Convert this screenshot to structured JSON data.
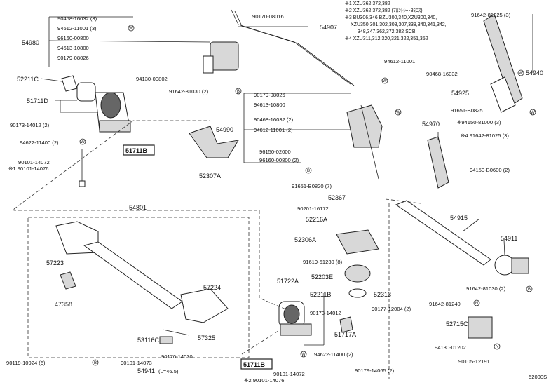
{
  "symbols": {
    "w": "W",
    "b": "B",
    "n": "N"
  },
  "boxed": [
    "51711B",
    "51711B"
  ],
  "notes": [
    "※1 XZU362,372,382",
    "※2 XZU362,372,382 (7ﾛﾝﾄｼｰﾄ3ﾐﾆｽ)",
    "※3 BU306,346 BZU300,340,XZU300,340,",
    "XZU350,301,302,308,307,338,340,341,342,",
    "348,347,362,372,382 SCB",
    "※4 XZU311,312,320,321,322,351,352"
  ],
  "labels": {
    "l0": "90468-16032 (3)",
    "l1": "94612-11001 (3)",
    "l2": "96160-00800",
    "l3": "94613-10800",
    "l4": "90179-08026",
    "l5": "54980",
    "l6": "52211C",
    "l7": "51711D",
    "l8": "90173-14012 (2)",
    "l9": "94622-11400 (2)",
    "l10": "90101-14072",
    "l11": "※1 90101-14076",
    "l12": "94130-00802",
    "l13": "91642-81030 (2)",
    "l14": "90170-08016",
    "l15": "54907",
    "l16": "52307A",
    "l17": "90179-08026",
    "l18": "94613-10800",
    "l19": "90468-16032 (2)",
    "l20": "94612-11001 (2)",
    "l21": "54990",
    "l22": "96150-02000",
    "l23": "96160-00800 (2)",
    "l24": "91651-B0820 (7)",
    "l25": "52367",
    "l26": "90201-16172",
    "l27": "52216A",
    "l28": "52306A",
    "l29": "94612-11001",
    "l30": "90468-16032",
    "l31": "91642-81025 (3)",
    "l32": "54940",
    "l33": "54925",
    "l34": "91651-B0825",
    "l35": "※94150-81000 (3)",
    "l36": "※4 91642-81025 (3)",
    "l37": "54970",
    "l38": "94150-B0600 (2)",
    "l39": "54915",
    "l40": "54911",
    "l41": "91642-81030 (2)",
    "l42": "91642-81240",
    "l43": "52715C",
    "l44": "94130-01202",
    "l45": "90105-12191",
    "l46": "52000S",
    "l47": "91619-61230 (8)",
    "l48": "52203E",
    "l49": "52211B",
    "l50": "52313",
    "l51": "90177-12004 (2)",
    "l52": "51722A",
    "l53": "90173-14012",
    "l54": "51717A",
    "l55": "94622-11400 (2)",
    "l56": "90179-14065 (2)",
    "l57": "90170-14030",
    "l58": "90101-14073",
    "l59": "54941",
    "l60": "(L=46.5)",
    "l61": "90119-10924 (6)",
    "l62": "90101-14072",
    "l63": "※2 90101-14076",
    "l64": "54801",
    "l65": "57223",
    "l66": "57224",
    "l67": "47358",
    "l68": "53116C",
    "l69": "57325"
  }
}
